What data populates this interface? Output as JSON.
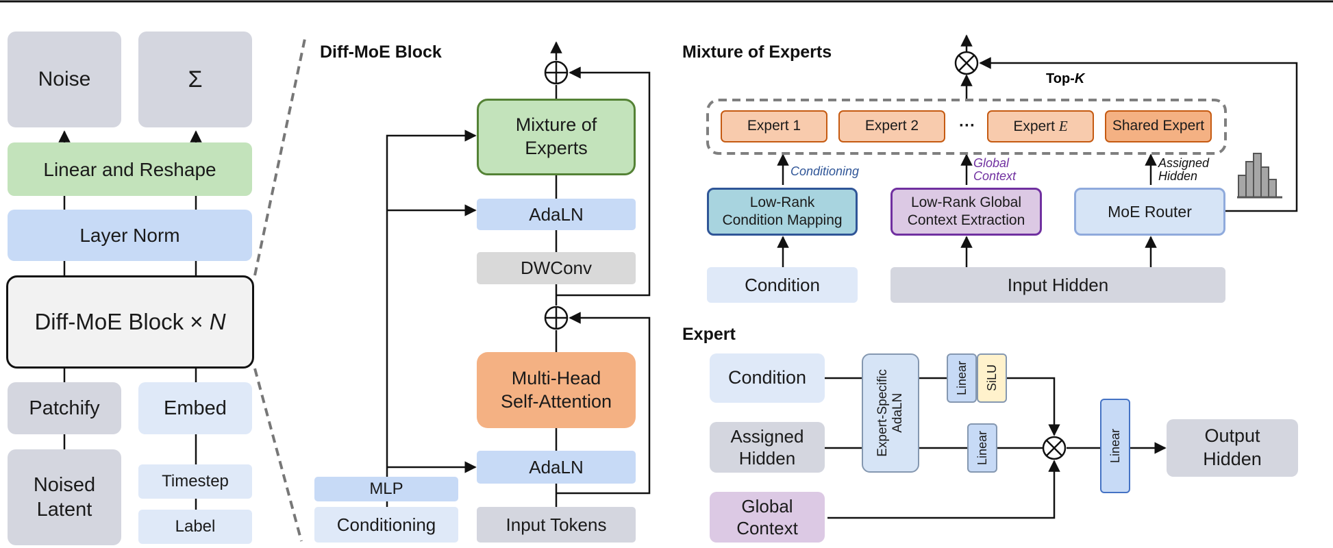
{
  "left": {
    "noise": "Noise",
    "sigma": "Σ",
    "linear_reshape": "Linear and Reshape",
    "layer_norm": "Layer Norm",
    "block_prefix": "Diff-MoE Block × ",
    "block_n": "N",
    "patchify": "Patchify",
    "embed": "Embed",
    "noised": "Noised",
    "latent": "Latent",
    "timestep": "Timestep",
    "label": "Label"
  },
  "block": {
    "title": "Diff-MoE Block",
    "moe_line1": "Mixture of",
    "moe_line2": "Experts",
    "adaln_top": "AdaLN",
    "dwconv": "DWConv",
    "mhsa_line1": "Multi-Head",
    "mhsa_line2": "Self-Attention",
    "adaln_bottom": "AdaLN",
    "mlp": "MLP",
    "conditioning": "Conditioning",
    "input_tokens": "Input Tokens"
  },
  "moe": {
    "title": "Mixture of Experts",
    "topk": "Top-K",
    "expert1": "Expert 1",
    "expert2": "Expert 2",
    "dots": "···",
    "expertE": "Expert E",
    "shared": "Shared Expert",
    "anno_conditioning": "Conditioning",
    "anno_global1": "Global",
    "anno_global2": "Context",
    "anno_assigned1": "Assigned",
    "anno_assigned2": "Hidden",
    "lowrank_cond1": "Low-Rank",
    "lowrank_cond2": "Condition Mapping",
    "lowrank_global1": "Low-Rank Global",
    "lowrank_global2": "Context Extraction",
    "router": "MoE Router",
    "condition": "Condition",
    "input_hidden": "Input Hidden"
  },
  "expert": {
    "title": "Expert",
    "condition": "Condition",
    "assigned1": "Assigned",
    "assigned2": "Hidden",
    "global1": "Global",
    "global2": "Context",
    "adaln1": "Expert-Specific",
    "adaln2": "AdaLN",
    "linear_a": "Linear",
    "silu": "SiLU",
    "linear_b": "Linear",
    "linear_c": "Linear",
    "output1": "Output",
    "output2": "Hidden"
  },
  "colors": {
    "gray_box": "#d4d6df",
    "green_box": "#c3e3bb",
    "blue_box": "#c7daf6",
    "orange_box": "#f4b183",
    "moe_panel": "#eaf3e6",
    "expert_panel": "#fbe5d6",
    "block_panel": "#efeff1",
    "conditioning_text": "#2f5597",
    "global_text": "#7030a0"
  }
}
